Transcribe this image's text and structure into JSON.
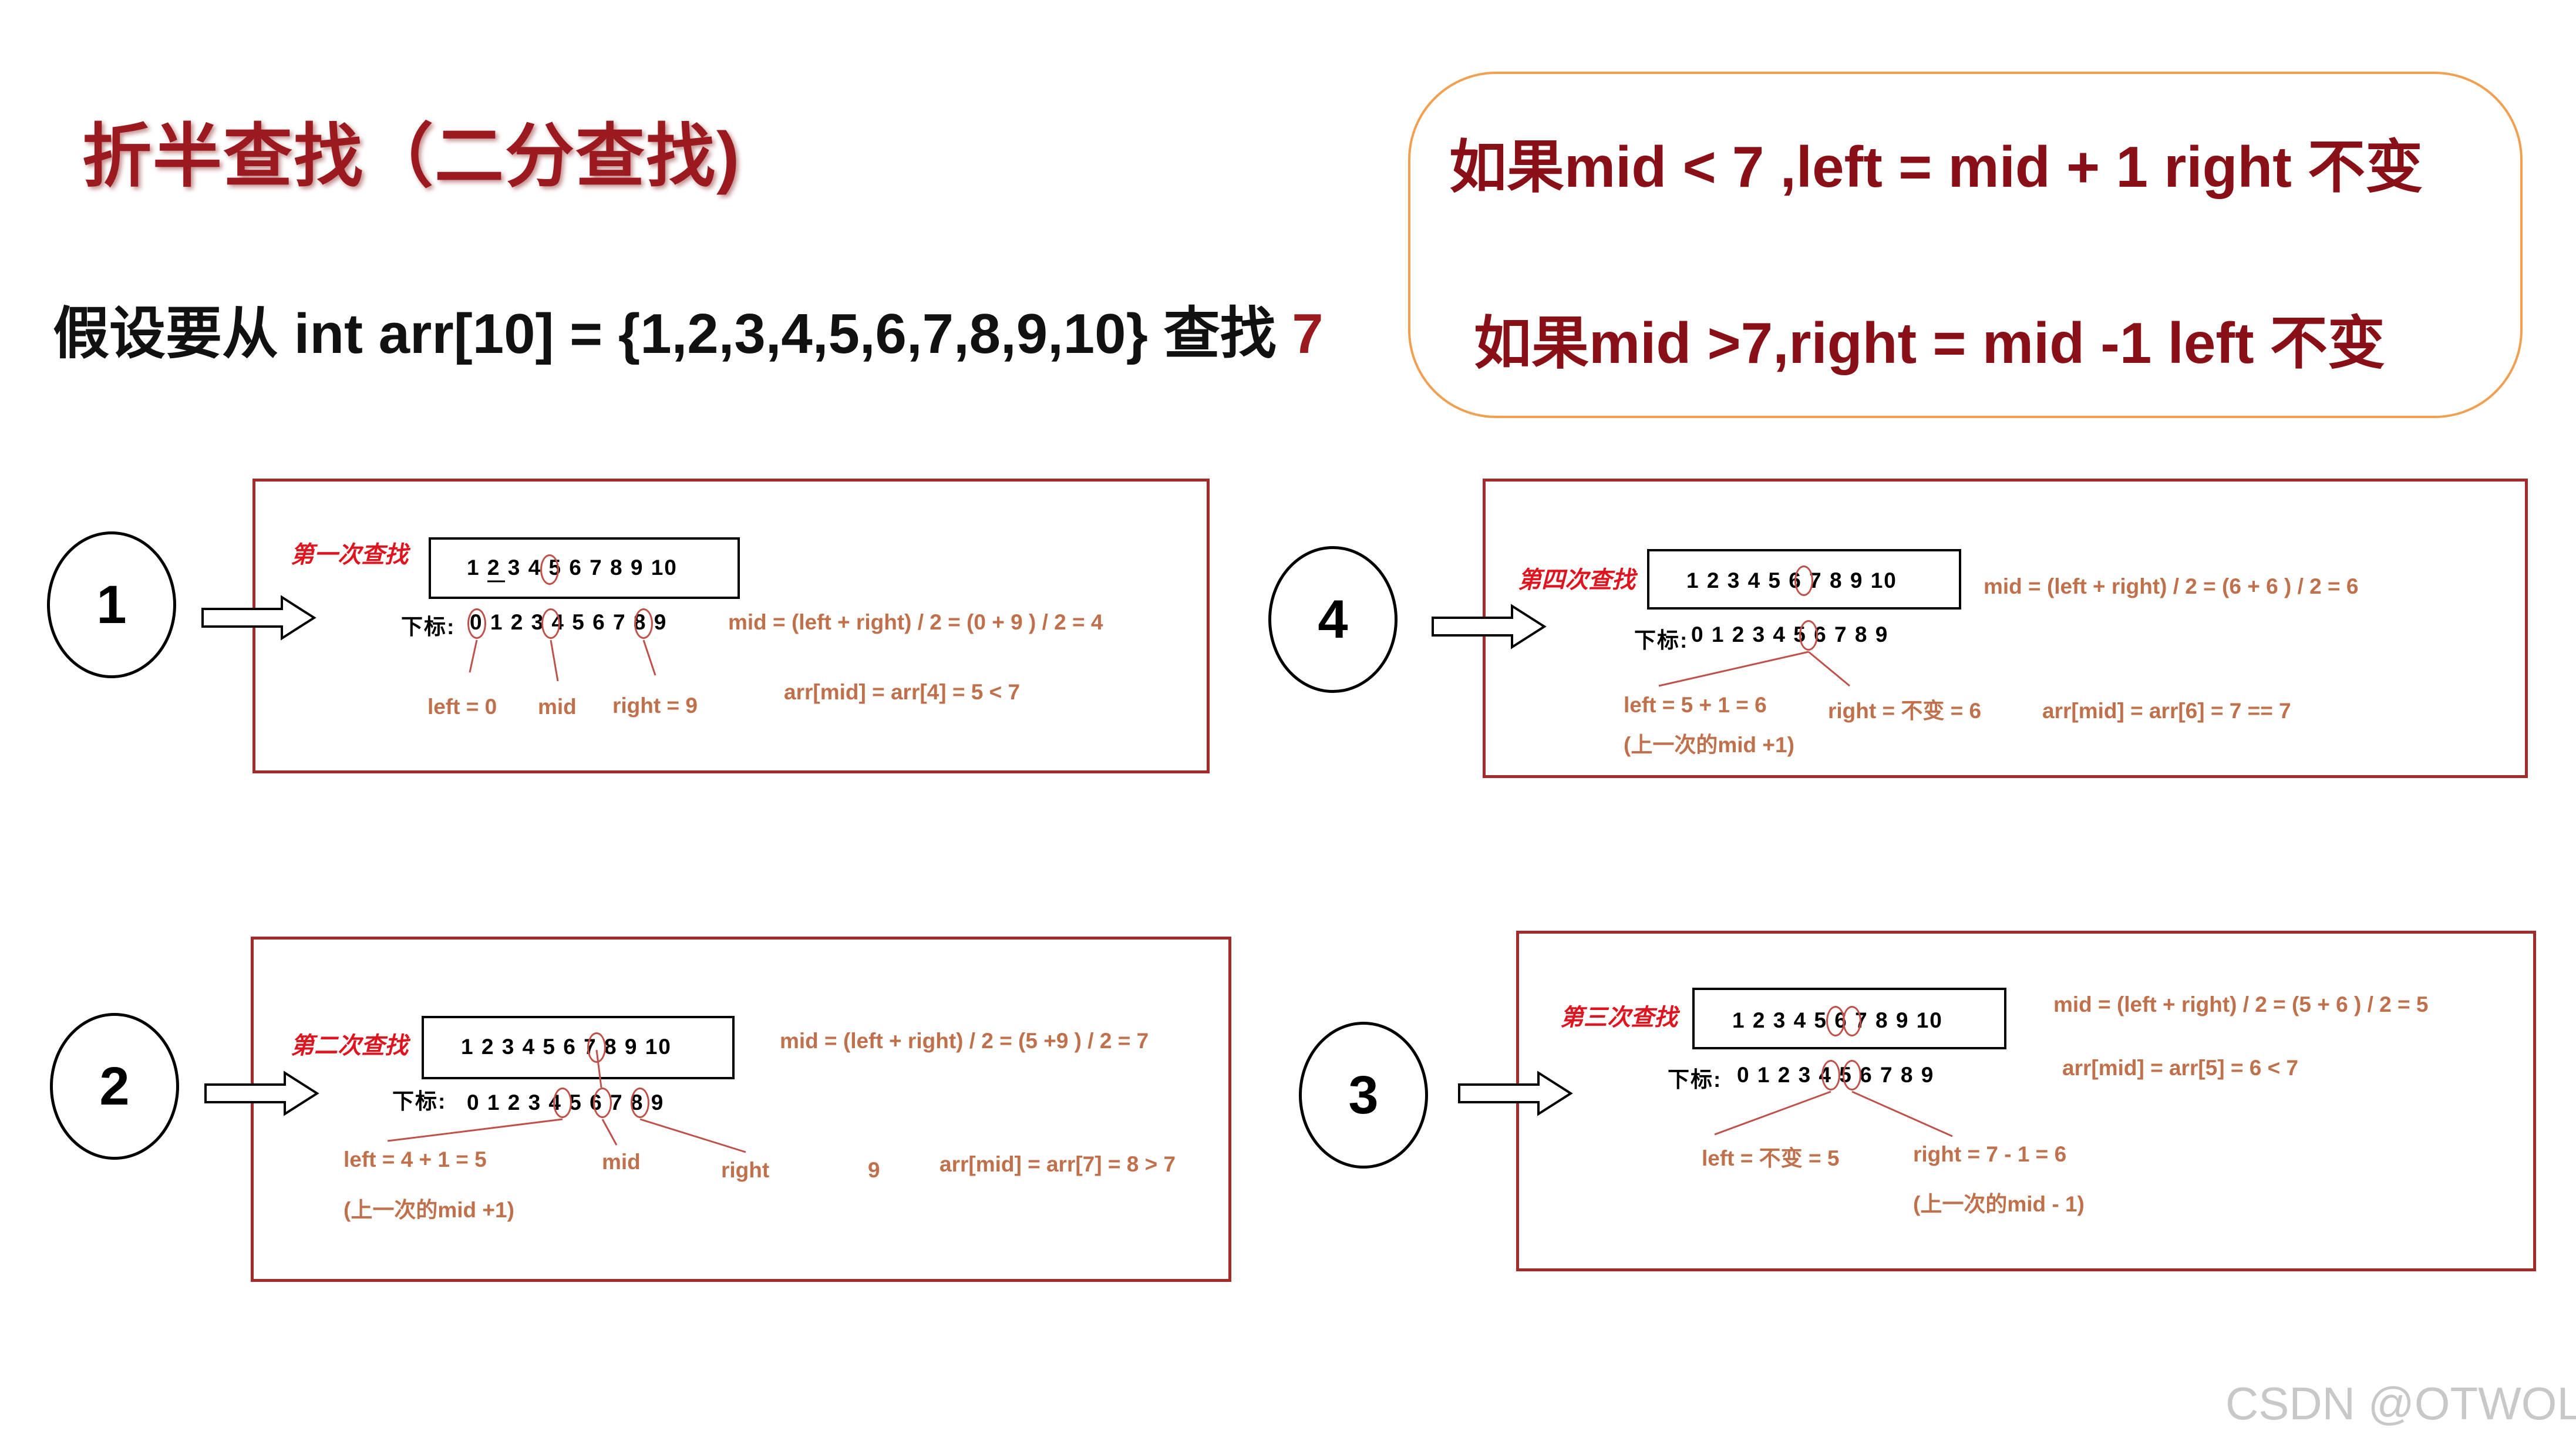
{
  "title": "折半查找（二分查找)",
  "premise": {
    "text": "假设要从 int arr[10] = {1,2,3,4,5,6,7,8,9,10} 查找 ",
    "target": "7"
  },
  "rules": {
    "line1": "如果mid < 7 ,left = mid + 1  right 不变",
    "line2": "如果mid >7,right = mid -1   left 不变"
  },
  "steps": [
    {
      "number": "1",
      "title": "第一次查找",
      "array": "1 2 3 4 5 6 7 8 9 10",
      "index_label": "下标:",
      "indices": "0 1 2 3 4 5 6 7 8 9",
      "formula": "mid = (left + right) / 2 = (0 + 9 ) / 2 = 4",
      "compare": "arr[mid] = arr[4] = 5 < 7",
      "left_label": "left  = 0",
      "mid_label": "mid",
      "right_label": "right = 9"
    },
    {
      "number": "2",
      "title": "第二次查找",
      "array": "1 2 3 4 5 6 7 8 9 10",
      "index_label": "下标:",
      "indices": "0 1 2 3 4 5 6 7 8 9",
      "formula": "mid = (left + right) / 2 = (5 +9 ) / 2 = 7",
      "compare": "arr[mid] = arr[7] = 8  > 7",
      "left_label": "left  = 4 + 1 = 5",
      "left_note": "(上一次的mid +1)",
      "mid_label": "mid",
      "right_label": "right",
      "right_value": "9"
    },
    {
      "number": "3",
      "title": "第三次查找",
      "array": "1 2 3 4 5 6 7 8 9 10",
      "index_label": "下标:",
      "indices": "0 1 2 3 4 5 6 7 8 9",
      "formula": "mid = (left + right) / 2 =  (5 + 6 )  / 2 = 5",
      "compare": "arr[mid]  =  arr[5]  = 6 < 7",
      "left_label": "left = 不变 = 5",
      "right_label": "right  = 7 - 1 = 6",
      "right_note": "(上一次的mid  - 1)"
    },
    {
      "number": "4",
      "title": "第四次查找",
      "array": "1 2 3 4 5 6 7 8 9 10",
      "index_label": "下标:",
      "indices": "0 1 2 3 4 5 6 7 8 9",
      "formula": "mid = (left + right) / 2 =  (6 + 6 ) / 2 = 6",
      "compare": "arr[mid] = arr[6] = 7 ==  7",
      "left_label": "left = 5 + 1 = 6",
      "left_note": "(上一次的mid +1)",
      "right_label": "right  = 不变 = 6"
    }
  ],
  "watermark": "CSDN @OTWOL",
  "colors": {
    "title": "#9a1a20",
    "rule_text": "#8a1018",
    "rules_border": "#f0a050",
    "panel_border": "#a52a2a",
    "panel_title": "#e0141e",
    "annotation": "#c0704a"
  }
}
